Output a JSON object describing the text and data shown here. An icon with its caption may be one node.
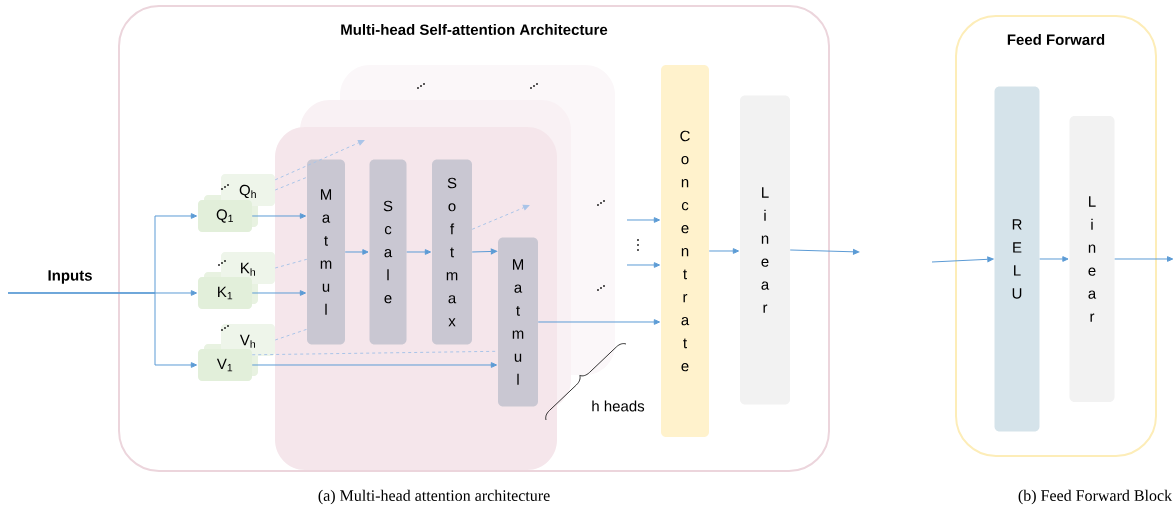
{
  "diagram": {
    "nodes": [
      {
        "text": [
          "Multi-head Self-attention Architecture"
        ]
      },
      {
        "text": [
          "Feed Forward"
        ]
      },
      {
        "text": [
          "Q$_{h}$"
        ],
        "in": 0
      },
      {
        "text": [
          "Q$_{1}$"
        ],
        "in": 0
      },
      {
        "text": [
          "K$_{h}$"
        ],
        "in": 0
      },
      {
        "text": [
          "K$_{1}$"
        ],
        "in": 0
      },
      {
        "text": [
          "V$_{h}$"
        ],
        "in": 0
      },
      {
        "text": [
          "V$_{1}$"
        ],
        "in": 0
      },
      {
        "text": [
          "Matmul"
        ],
        "in": 0
      },
      {
        "text": [
          "Scale"
        ],
        "in": 0
      },
      {
        "text": [
          "Softmax"
        ],
        "in": 0
      },
      {
        "text": [
          "Matmul"
        ],
        "in": 0
      },
      {
        "text": [
          "Concentrate"
        ],
        "in": 0
      },
      {
        "text": [
          "Linear"
        ],
        "in": 0
      },
      {
        "text": [
          "RELU"
        ],
        "in": 1
      },
      {
        "text": [
          "Linear"
        ],
        "in": 1
      }
    ],
    "edges": [
      {
        "from": null,
        "to": 3,
        "arrow": "to"
      },
      {
        "from": null,
        "to": 5,
        "arrow": "to"
      },
      {
        "from": null,
        "to": 7,
        "arrow": "to"
      },
      {
        "from": 3,
        "to": 8,
        "arrow": "to"
      },
      {
        "from": 5,
        "to": 8,
        "arrow": "to"
      },
      {
        "from": 2,
        "to": 8,
        "arrow": "none",
        "style": "dashed",
        "color": "#a9c4e8"
      },
      {
        "from": 4,
        "to": 8,
        "arrow": "none",
        "style": "dashed",
        "color": "#a9c4e8"
      },
      {
        "from": 6,
        "to": 8,
        "arrow": "none",
        "style": "dashed",
        "color": "#a9c4e8"
      },
      {
        "from": 7,
        "to": 11,
        "arrow": "none",
        "style": "dashed",
        "color": "#a9c4e8"
      },
      {
        "from": 7,
        "to": 11,
        "arrow": "to"
      },
      {
        "from": 8,
        "to": 9,
        "arrow": "to"
      },
      {
        "from": 9,
        "to": 10,
        "arrow": "to"
      },
      {
        "from": 10,
        "to": 11,
        "arrow": "to"
      },
      {
        "from": 11,
        "to": 12,
        "arrow": "to"
      },
      {
        "from": null,
        "to": 12,
        "arrow": "to"
      },
      {
        "from": null,
        "to": 12,
        "arrow": "to"
      },
      {
        "from": 12,
        "to": 13,
        "arrow": "to"
      },
      {
        "from": 13,
        "to": null,
        "arrow": "to"
      },
      {
        "from": null,
        "to": 14,
        "arrow": "to"
      },
      {
        "from": 14,
        "to": 15,
        "arrow": "to"
      },
      {
        "from": 15,
        "to": null,
        "arrow": "to"
      },
      {
        "from": 2,
        "to": null,
        "arrow": "to",
        "style": "dashed",
        "color": "#a9c4e8"
      },
      {
        "from": 10,
        "to": null,
        "arrow": "to",
        "style": "dashed",
        "color": "#a9c4e8"
      }
    ],
    "labels": [
      "Inputs",
      "h heads",
      "(a) Multi-head attention architecture",
      "(b) Feed Forward Block"
    ]
  }
}
